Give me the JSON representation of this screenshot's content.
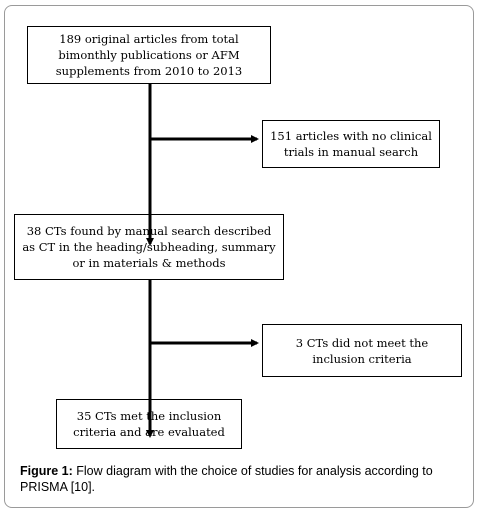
{
  "diagram": {
    "box1": {
      "text": "189 original articles from total bimonthly publications or AFM supplements from 2010 to 2013"
    },
    "box2": {
      "text": "151 articles with no clinical trials in manual search"
    },
    "box3": {
      "text": "38 CTs found by manual search described as CT in the heading/subheading, summary or in materials & methods"
    },
    "box4": {
      "text": "3 CTs did not meet the inclusion criteria"
    },
    "box5": {
      "text": "35 CTs met the inclusion criteria and are evaluated"
    }
  },
  "caption": {
    "label": "Figure 1:",
    "text": " Flow diagram with the choice of studies for analysis according to PRISMA [10]."
  }
}
